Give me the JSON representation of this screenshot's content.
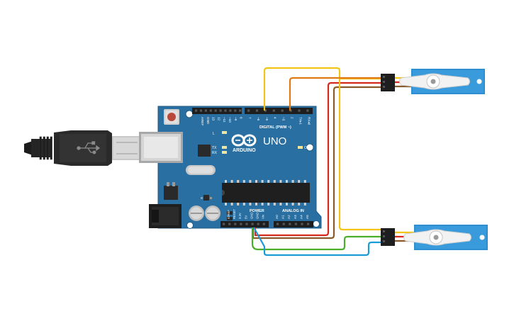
{
  "board": {
    "brand": "ARDUINO",
    "model": "UNO",
    "digital_label": "DIGITAL (PWM ~)",
    "power_label": "POWER",
    "analog_label": "ANALOG IN",
    "led_l": "L",
    "led_tx": "TX",
    "led_rx": "RX",
    "on_label": "ON",
    "top_pins": [
      "AREF",
      "GND",
      "13",
      "12",
      "~11",
      "~10",
      "~9",
      "8",
      "7",
      "~6",
      "~5",
      "4",
      "~3",
      "2",
      "TX▸1",
      "RX◂0"
    ],
    "power_pins": [
      "IOREF",
      "RESET",
      "3.3V",
      "5V",
      "GND",
      "GND",
      "Vin"
    ],
    "analog_pins": [
      "A0",
      "A1",
      "A2",
      "A3",
      "A4",
      "A5"
    ]
  },
  "wire_colors": {
    "yellow": "#f2c416",
    "orange": "#e07a12",
    "red": "#d42a1c",
    "brown": "#8a5a2a",
    "green": "#4caf2a",
    "blue": "#1a9ad6"
  },
  "components": {
    "usb_cable": "usb-b-cable",
    "servo_top": "micro-servo",
    "servo_bottom": "micro-servo"
  }
}
